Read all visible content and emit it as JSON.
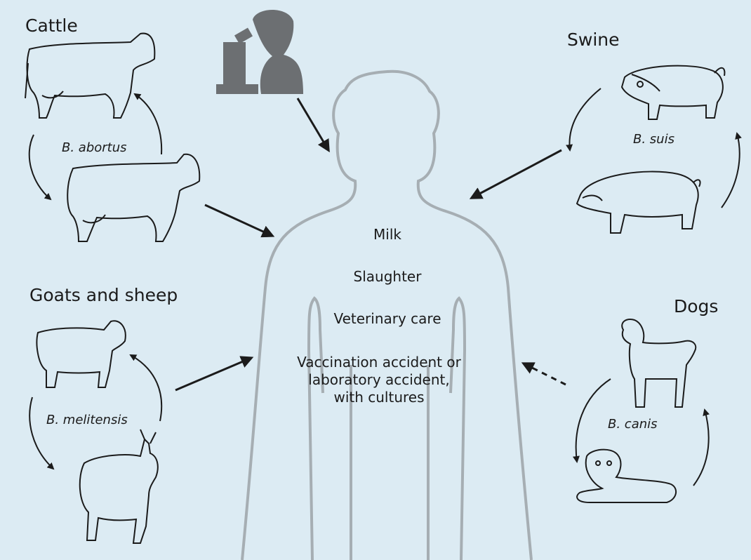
{
  "groups": {
    "cattle": {
      "label": "Cattle",
      "species": "B. abortus"
    },
    "swine": {
      "label": "Swine",
      "species": "B. suis"
    },
    "goats_sheep": {
      "label": "Goats and sheep",
      "species": "B. melitensis"
    },
    "dogs": {
      "label": "Dogs",
      "species": "B. canis"
    }
  },
  "routes": {
    "milk": "Milk",
    "slaughter": "Slaughter",
    "veterinary": "Veterinary care",
    "accident": "Vaccination accident or laboratory accident, with cultures"
  },
  "colors": {
    "background": "#dcebf3",
    "outline": "#a6aeb3",
    "ink": "#1b1b1b",
    "scientist": "#6c6f72"
  },
  "icons": [
    "cow-icon",
    "pig-icon",
    "sheep-icon",
    "goat-icon",
    "dog-icon",
    "scientist-microscope-icon",
    "human-silhouette"
  ]
}
